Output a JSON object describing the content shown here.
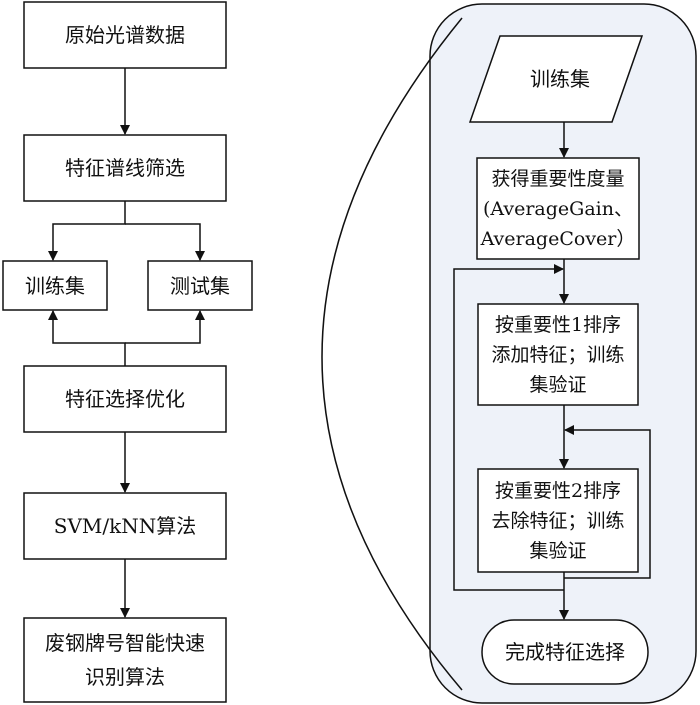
{
  "left_flow": {
    "raw_spectra": "原始光谱数据",
    "feature_line_screening": "特征谱线筛选",
    "train_set": "训练集",
    "test_set": "测试集",
    "feature_selection_optimization": "特征选择优化",
    "svm_knn_algorithm": "SVM/kNN算法",
    "scrap_steel_identification_line1": "废钢牌号智能快速",
    "scrap_steel_identification_line2": "识别算法"
  },
  "right_detail": {
    "train_set_input": "训练集",
    "importance_metric_line1": "获得重要性度量",
    "importance_metric_line2": "(AverageGain、",
    "importance_metric_line3": "AverageCover）",
    "add_features_line1": "按重要性1排序",
    "add_features_line2": "添加特征；训练",
    "add_features_line3": "集验证",
    "remove_features_line1": "按重要性2排序",
    "remove_features_line2": "去除特征；训练",
    "remove_features_line3": "集验证",
    "finish": "完成特征选择"
  },
  "colors": {
    "panel_fill": "#eef2f9",
    "line": "#111111",
    "box_fill": "#ffffff"
  }
}
